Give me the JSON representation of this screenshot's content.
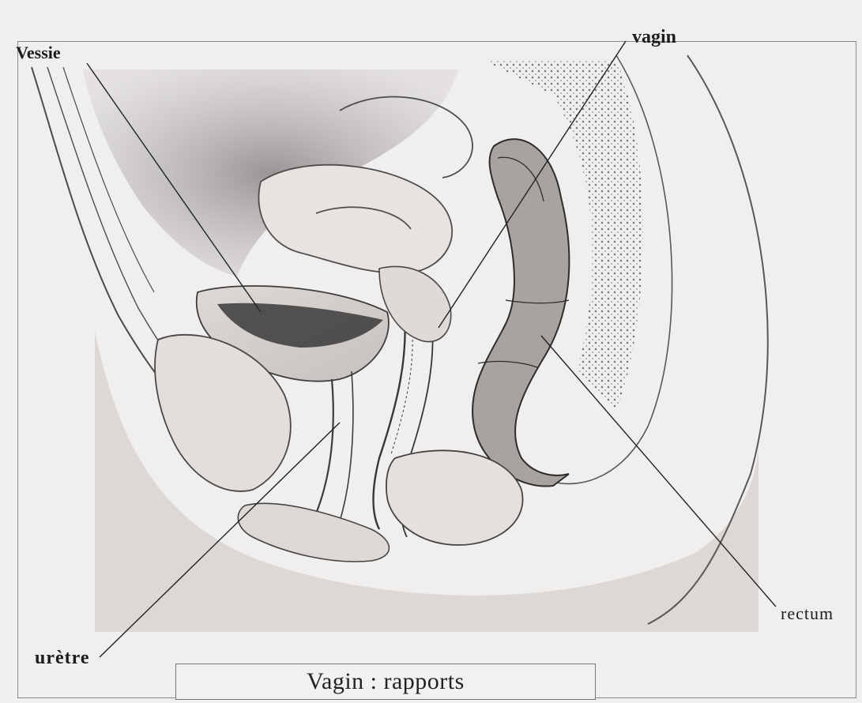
{
  "labels": {
    "vessie": "Vessie",
    "vagin": "vagin",
    "uretre": "urètre",
    "rectum": "rectum"
  },
  "caption": "Vagin : rapports",
  "colors": {
    "background": "#f1efee",
    "ink": "#1d1d1d",
    "shading": "#7d7b7a"
  }
}
